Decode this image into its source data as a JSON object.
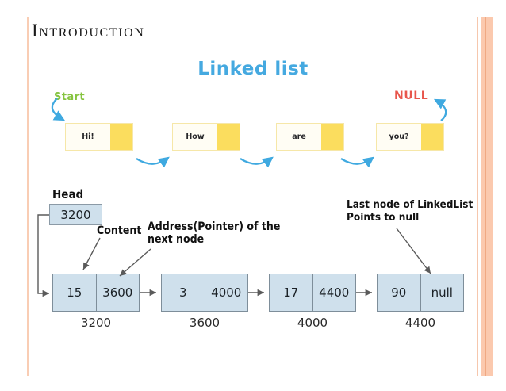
{
  "slide": {
    "title": "Introduction",
    "accent_colors": {
      "title_text": "#1a1a1a",
      "side_bar": "#fbc9ae",
      "heading_blue": "#45a9e0",
      "start_green": "#86c440",
      "null_red": "#e8564c",
      "node_yellow": "#fbdd5e",
      "node_blue": "#cfe0ec",
      "arrow_blue": "#3fa9e0",
      "arrow_gray": "#5a5a5a"
    }
  },
  "top_diagram": {
    "heading": "Linked list",
    "start_label": "Start",
    "null_label": "NULL",
    "nodes": [
      {
        "data": "Hi!"
      },
      {
        "data": "How"
      },
      {
        "data": "are"
      },
      {
        "data": "you?"
      }
    ]
  },
  "bottom_diagram": {
    "head_label": "Head",
    "head_value": "3200",
    "annotations": {
      "content": "Content",
      "address": "Address(Pointer) of the next node",
      "last_node": "Last node of LinkedList Points to null"
    },
    "nodes": [
      {
        "value": "15",
        "next": "3600",
        "address": "3200"
      },
      {
        "value": "3",
        "next": "4000",
        "address": "3600"
      },
      {
        "value": "17",
        "next": "4400",
        "address": "4000"
      },
      {
        "value": "90",
        "next": "null",
        "address": "4400"
      }
    ]
  }
}
